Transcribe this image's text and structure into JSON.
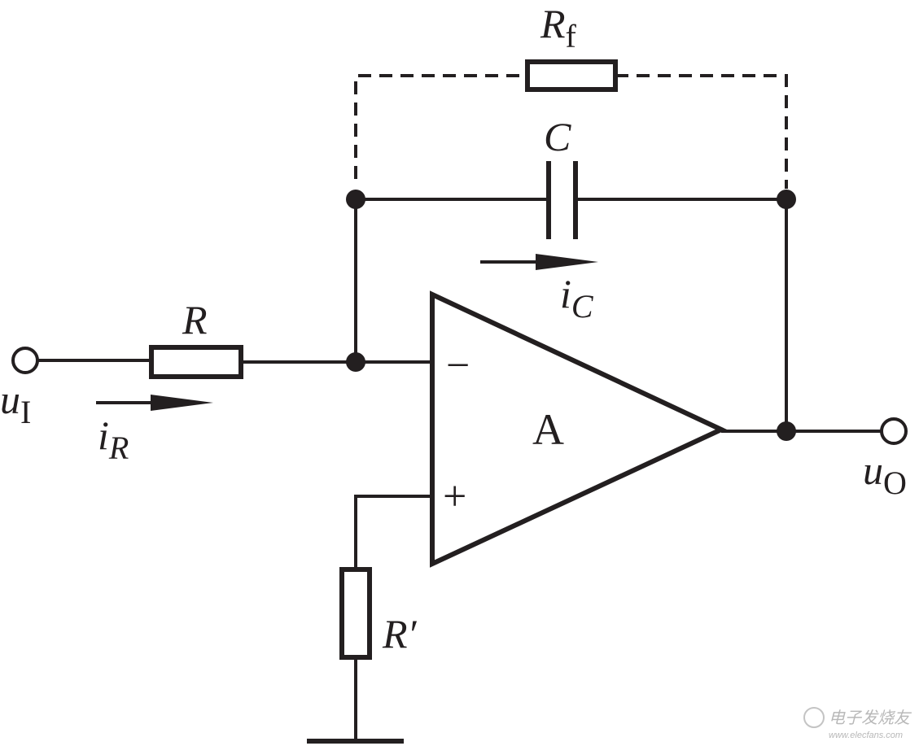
{
  "labels": {
    "rf_main": "R",
    "rf_sub": "f",
    "c": "C",
    "ic_main": "i",
    "ic_sub": "C",
    "r": "R",
    "ir_main": "i",
    "ir_sub": "R",
    "ui_main": "u",
    "ui_sub": "I",
    "uo_main": "u",
    "uo_sub": "O",
    "amp": "A",
    "minus": "−",
    "plus": "+",
    "r_prime": "R′"
  },
  "watermark": {
    "text": "电子发烧友",
    "url": "www.elecfans.com"
  },
  "colors": {
    "ink": "#231f20",
    "background": "#ffffff"
  }
}
